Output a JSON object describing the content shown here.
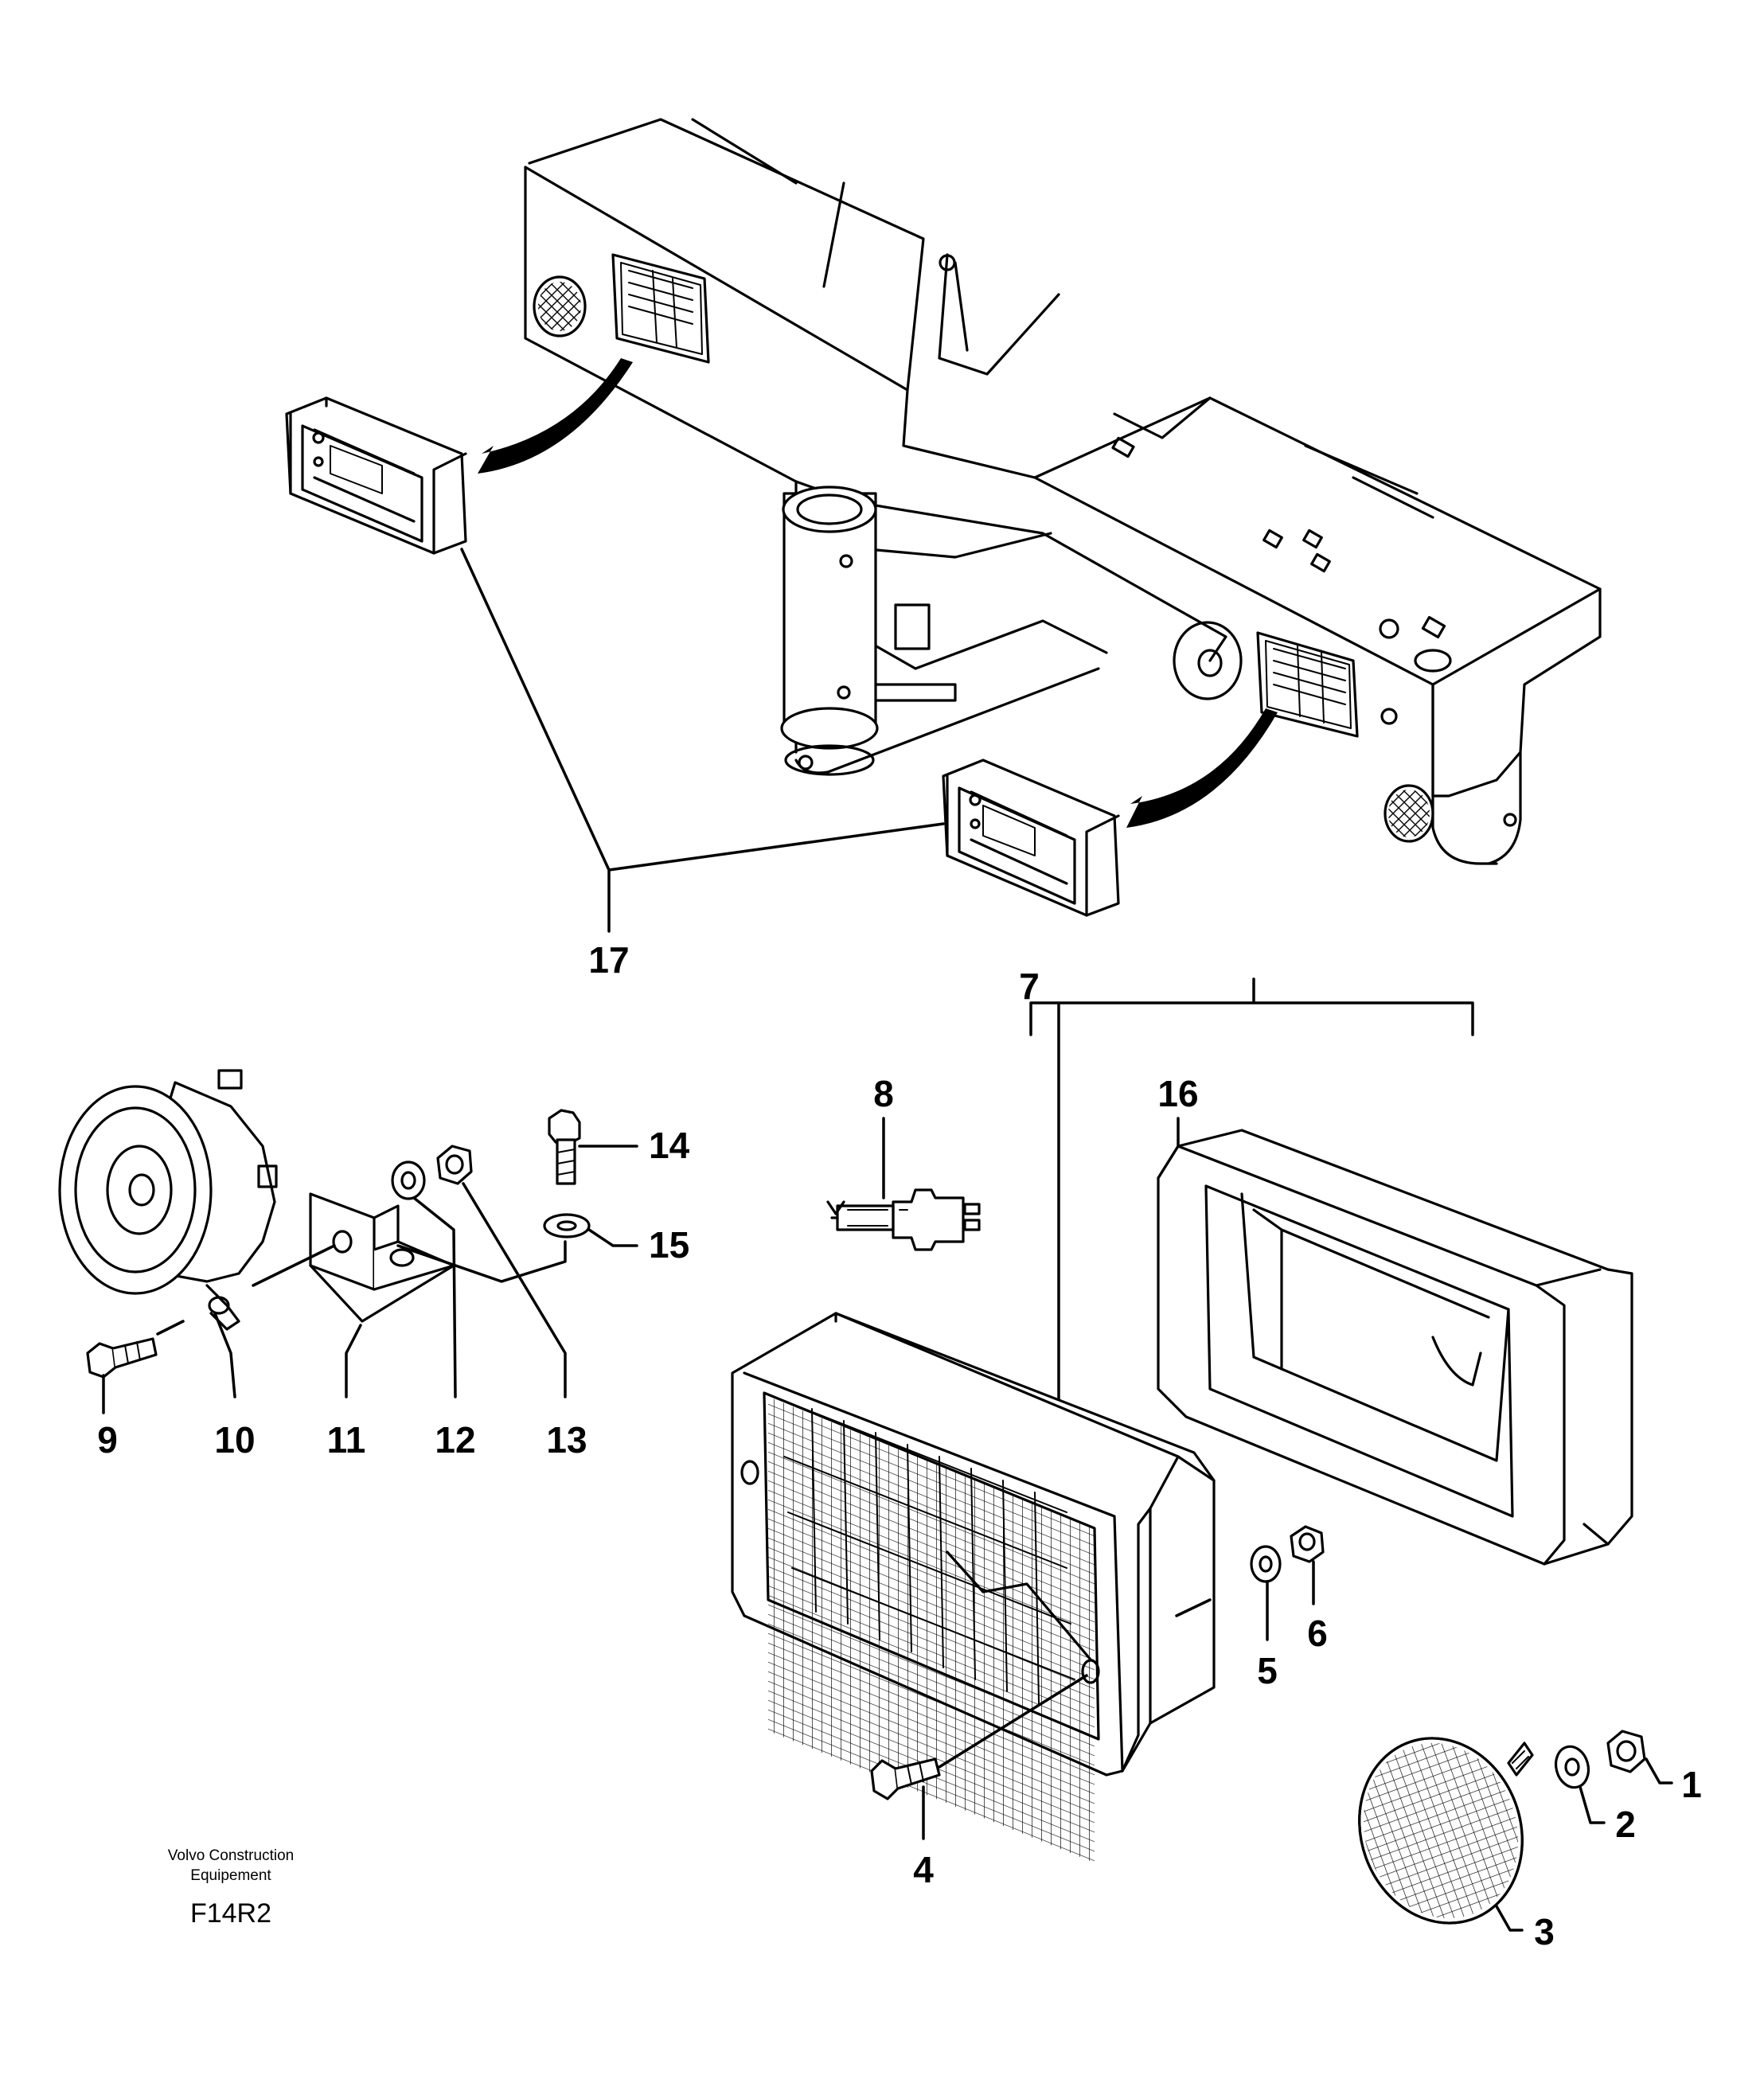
{
  "callouts": {
    "c1": "1",
    "c2": "2",
    "c3": "3",
    "c4": "4",
    "c5": "5",
    "c6": "6",
    "c7": "7",
    "c8": "8",
    "c9": "9",
    "c10": "10",
    "c11": "11",
    "c12": "12",
    "c13": "13",
    "c14": "14",
    "c15": "15",
    "c16": "16",
    "c17": "17"
  },
  "footer": {
    "brand_line1": "Volvo Construction",
    "brand_line2": "Equipement",
    "figure_code": "F14R2"
  },
  "colors": {
    "ink": "#000000",
    "paper": "#ffffff"
  }
}
